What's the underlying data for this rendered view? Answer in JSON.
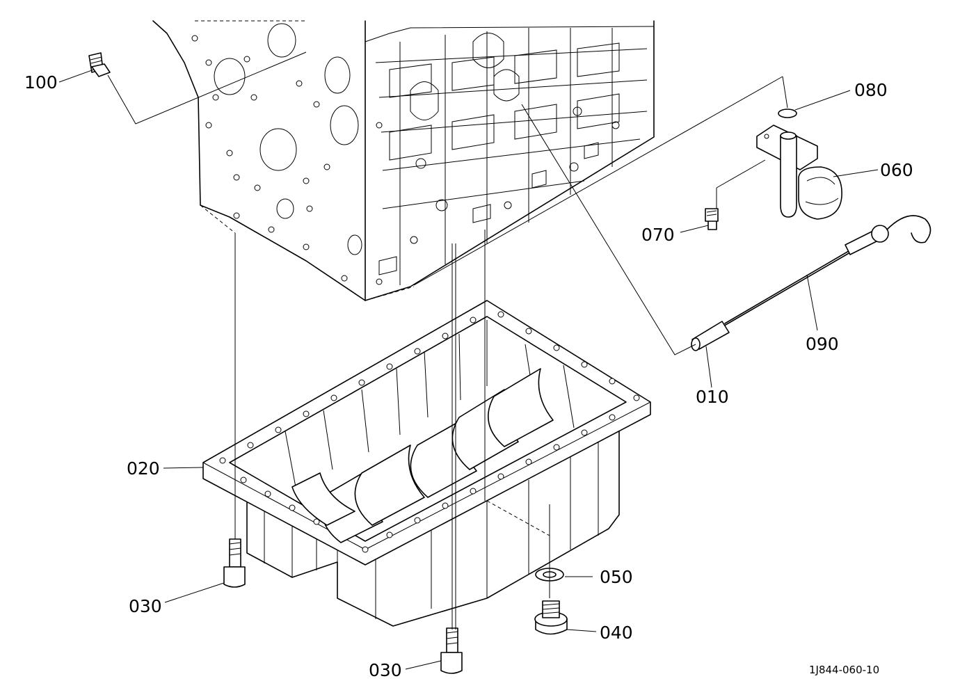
{
  "diagram": {
    "callouts": {
      "p010": "010",
      "p020": "020",
      "p030a": "030",
      "p030b": "030",
      "p040": "040",
      "p050": "050",
      "p060": "060",
      "p070": "070",
      "p080": "080",
      "p090": "090",
      "p100": "100"
    },
    "figure_code": "1J844-060-10"
  }
}
